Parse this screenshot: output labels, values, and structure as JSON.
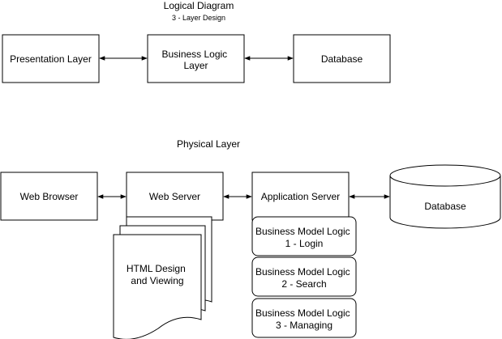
{
  "logical": {
    "title": "Logical Diagram",
    "subtitle": "3 - Layer Design",
    "presentation_label": "Presentation Layer",
    "business_logic_label": [
      "Business Logic",
      "Layer"
    ],
    "database_label": "Database"
  },
  "physical": {
    "title": "Physical Layer",
    "web_browser_label": "Web Browser",
    "web_server_label": "Web Server",
    "application_server_label": "Application Server",
    "database_label": "Database",
    "html_doc_label": [
      "HTML Design",
      "and Viewing"
    ],
    "bml_login_label": [
      "Business Model Logic",
      "1 - Login"
    ],
    "bml_search_label": [
      "Business Model Logic",
      "2 - Search"
    ],
    "bml_managing_label": [
      "Business Model Logic",
      "3 - Managing"
    ]
  },
  "colors": {
    "stroke": "#000000",
    "fill": "#ffffff",
    "text": "#000000"
  }
}
